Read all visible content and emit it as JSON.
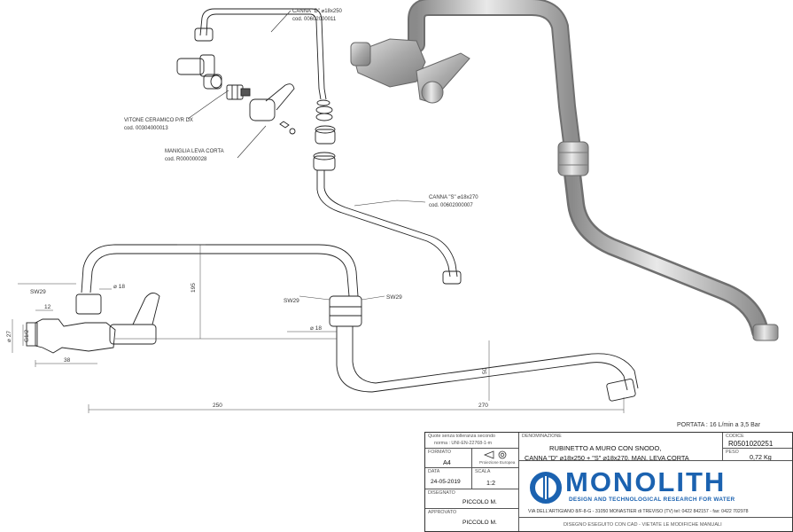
{
  "callouts": {
    "spout_d": {
      "name": "CANNA \"D\" ⌀18x250",
      "code": "cod. 00602000011"
    },
    "cartridge": {
      "name": "VITONE CERAMICO P/R DX",
      "code": "cod. 00304000013"
    },
    "handle": {
      "name": "MANIGLIA LEVA CORTA",
      "code": "cod. R000000028"
    },
    "spout_s": {
      "name": "CANNA \"S\" ⌀18x270",
      "code": "cod. 00602000007"
    }
  },
  "dimensions": {
    "sw29_left": "SW29",
    "sw29_mid_left": "SW29",
    "sw29_mid_right": "SW29",
    "dia18_top": "⌀ 18",
    "dia18_bottom": "⌀ 18",
    "height_195": "195",
    "dia27": "⌀ 27",
    "dia12": "12",
    "thread": "G1/2",
    "len38": "38",
    "len250": "250",
    "len270": "270",
    "height50": "50"
  },
  "flow_note": "PORTATA : 16 L/min a 3,5 Bar",
  "title_block": {
    "tolerance_caption": "Quote senza tolleranza secondo",
    "tolerance_norm": "norma : UNI-EN-22768-1-m",
    "format_caption": "FORMATO",
    "format_value": "A4",
    "projection_caption": "Proiezione Europea",
    "date_caption": "DATA",
    "date_value": "24-05-2019",
    "scale_caption": "SCALA",
    "scale_value": "1:2",
    "drawn_caption": "DISEGNATO",
    "drawn_value": "PICCOLO M.",
    "approved_caption": "APPROVATO",
    "approved_value": "PICCOLO M.",
    "denomination_caption": "DENOMINAZIONE",
    "denomination_line1": "RUBINETTO A MURO CON SNODO,",
    "denomination_line2": "CANNA \"D\" ⌀18x250 + \"S\" ⌀18x270, MAN. LEVA CORTA",
    "code_caption": "CODICE",
    "code_value": "R0501020251",
    "weight_caption": "PESO",
    "weight_value": "0,72 Kg",
    "brand": "MONOLITH",
    "tagline": "DESIGN AND TECHNOLOGICAL RESEARCH FOR WATER",
    "address": "VIA DELL'ARTIGIANO 8/F-8-G - 31050 MONASTIER di TREVISO (TV) tel: 0422 842157 - fax: 0422 702978",
    "footer": "DISEGNO ESEGUITO CON CAD - VIETATE LE MODIFICHE MANUALI",
    "brand_color": "#1b62b0"
  }
}
